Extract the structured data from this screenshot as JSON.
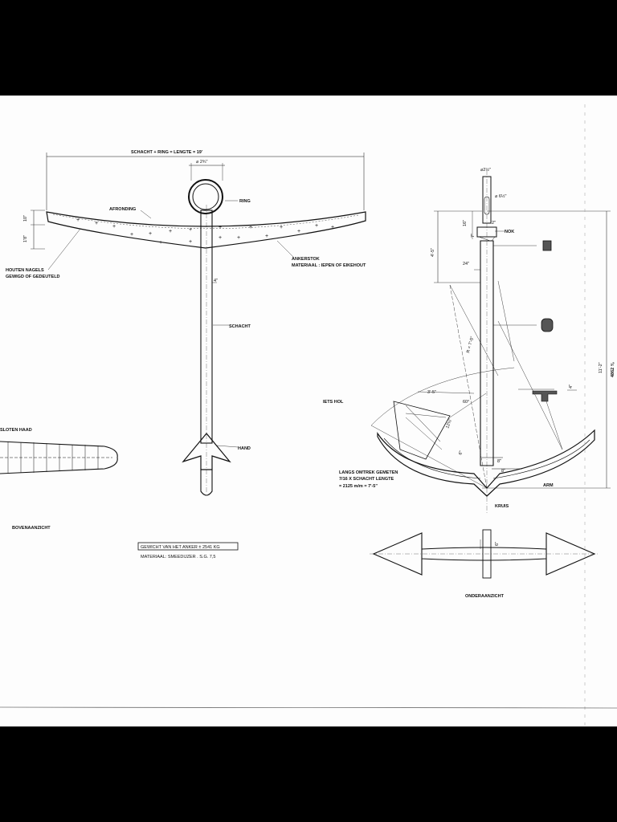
{
  "drawing": {
    "top_view": {
      "overall_dim": "SCHACHT + RING = LENGTE = 19'",
      "ring_diameter": "⌀ 2¾\"",
      "ring": "RING",
      "afronding": "AFRONDING",
      "stock_height_1": "10\"",
      "stock_height_2": "1'8\"",
      "nails_1": "HOUTEN NAGELS",
      "nails_2": "GEWIGD OF GEDEUTELD",
      "ankerstok": "ANKERSTOK",
      "material_stock": "MATERIAAL : IEPEN OF EIKEHOUT",
      "dim_4": "4\"",
      "schacht": "SCHACHT",
      "hand": "HAND"
    },
    "stock_plan": {
      "slot_label": "SLOTEN HAAD",
      "title": "BOVENAANZICHT"
    },
    "info": {
      "weight": "GEWICHT  VAN HET ANKER ± 2541  KG",
      "material": "MATERIAAL:  SMEEDIJZER .  S.G. 7,5"
    },
    "side_view": {
      "top_diameter": "⌀2½\"",
      "ring_diameter": "⌀ 6½\"",
      "dim_16": "16\"",
      "dim_2": "2\"",
      "dim_7": "7\"",
      "nok": "NOK",
      "dim_4_5": "4'-5\"",
      "dim_24": "24\"",
      "radius": "R = 7'-5\"",
      "iets_hol": "IETS HOL",
      "dim_3_5": "3'-5\"",
      "angle_60": "60°",
      "dim_12_14": "12⅛\"",
      "dim_6": "6\"",
      "dim_8": "8\"",
      "dim_8b": "8\"",
      "dim_4b": "4\"",
      "overall_height": "11'-2\"",
      "overall_mm": "4862 ⅜",
      "arc_note_1": "LANGS OMTREK GEMETEN",
      "arc_note_2": "7/16 X SCHACHT LENGTE",
      "arc_note_3": "= 2125 m/m = 7'-5\"",
      "arm": "ARM",
      "kruis": "KRUIS"
    },
    "bottom_view": {
      "dim_6": "6\"",
      "title": "ONDERAANZICHT"
    }
  }
}
